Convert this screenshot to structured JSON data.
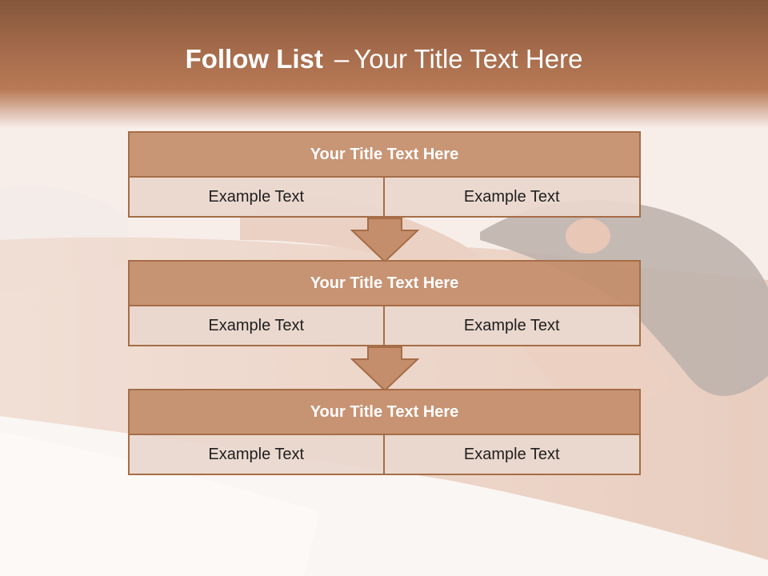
{
  "title": {
    "strong": "Follow List",
    "separator": "–",
    "rest": "Your Title Text Here"
  },
  "blocks": [
    {
      "title": "Your Title Text Here",
      "left": "Example Text",
      "right": "Example Text"
    },
    {
      "title": "Your Title Text Here",
      "left": "Example Text",
      "right": "Example Text"
    },
    {
      "title": "Your Title Text Here",
      "left": "Example Text",
      "right": "Example Text"
    }
  ],
  "colors": {
    "header": "#a2694a",
    "title_fill": "#c48e6c",
    "cell_fill": "#e9d7ce",
    "border": "#a66d47",
    "arrow_fill": "#c48e6c"
  }
}
